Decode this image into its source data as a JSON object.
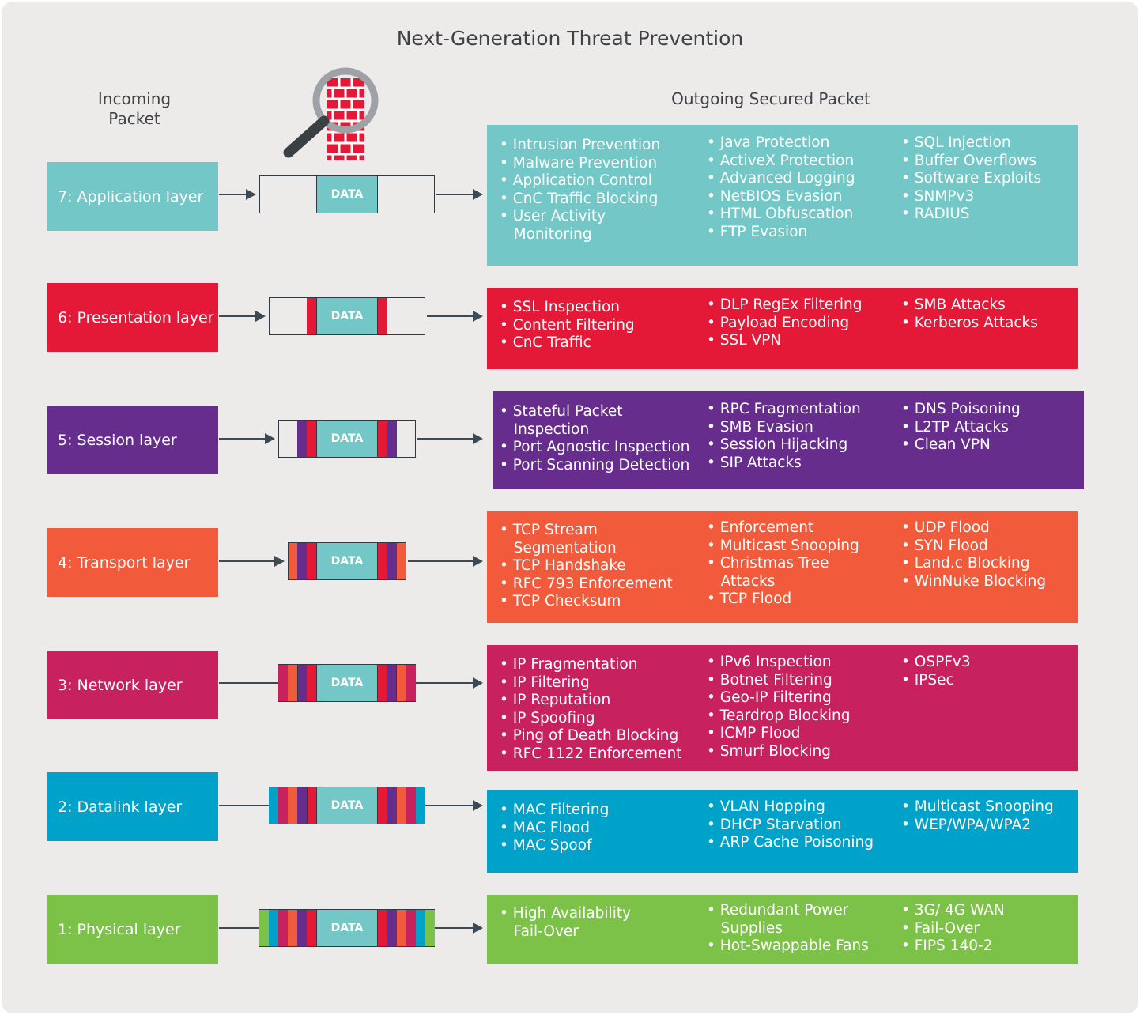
{
  "title": "Next-Generation Threat Prevention",
  "incoming_label": "Incoming\nPacket",
  "outgoing_label": "Outgoing Secured Packet",
  "packet_label": "DATA",
  "colors": {
    "background": "#ecebe9",
    "application": "#73c7c6",
    "presentation": "#e31937",
    "session": "#662d8c",
    "transport": "#f15a3a",
    "network": "#c7215e",
    "datalink": "#00a2ca",
    "physical": "#7cc148",
    "arrow": "#3d4a53"
  },
  "layers": [
    {
      "name": "7: Application layer",
      "color": "#73c7c6",
      "columns": [
        [
          "• Intrusion Prevention",
          "• Malware Prevention",
          "• Application Control",
          "• CnC Traffic Blocking",
          "• User Activity",
          "   Monitoring"
        ],
        [
          "• Java Protection",
          "• ActiveX Protection",
          "• Advanced Logging",
          "• NetBIOS Evasion",
          "• HTML Obfuscation",
          "• FTP Evasion"
        ],
        [
          "• SQL Injection",
          "• Buffer Overflows",
          "• Software Exploits",
          "• SNMPv3",
          "• RADIUS"
        ]
      ]
    },
    {
      "name": "6: Presentation layer",
      "color": "#e31937",
      "columns": [
        [
          "• SSL Inspection",
          "• Content Filtering",
          "• CnC Traffic"
        ],
        [
          "• DLP RegEx Filtering",
          "• Payload Encoding",
          "• SSL VPN"
        ],
        [
          "• SMB Attacks",
          "• Kerberos Attacks"
        ]
      ]
    },
    {
      "name": "5: Session layer",
      "color": "#662d8c",
      "columns": [
        [
          "• Stateful Packet",
          "   Inspection",
          "• Port Agnostic Inspection",
          "• Port Scanning Detection"
        ],
        [
          "• RPC Fragmentation",
          "• SMB Evasion",
          "• Session Hijacking",
          "• SIP Attacks"
        ],
        [
          "• DNS Poisoning",
          "• L2TP Attacks",
          "• Clean VPN"
        ]
      ]
    },
    {
      "name": "4: Transport layer",
      "color": "#f15a3a",
      "columns": [
        [
          "• TCP Stream",
          "   Segmentation",
          "• TCP Handshake",
          "• RFC 793 Enforcement",
          "• TCP Checksum"
        ],
        [
          "• Enforcement",
          "• Multicast Snooping",
          "• Christmas Tree",
          "   Attacks",
          "• TCP Flood"
        ],
        [
          "• UDP Flood",
          "• SYN Flood",
          "• Land.c Blocking",
          "• WinNuke Blocking"
        ]
      ]
    },
    {
      "name": "3: Network layer",
      "color": "#c7215e",
      "columns": [
        [
          "• IP Fragmentation",
          "• IP Filtering",
          "• IP Reputation",
          "• IP Spoofing",
          "• Ping of Death Blocking",
          "• RFC 1122 Enforcement"
        ],
        [
          "• IPv6 Inspection",
          "• Botnet Filtering",
          "• Geo-IP Filtering",
          "• Teardrop Blocking",
          "• ICMP Flood",
          "• Smurf Blocking"
        ],
        [
          "• OSPFv3",
          "• IPSec"
        ]
      ]
    },
    {
      "name": "2: Datalink layer",
      "color": "#00a2ca",
      "columns": [
        [
          "• MAC Filtering",
          "• MAC Flood",
          "• MAC Spoof"
        ],
        [
          "• VLAN Hopping",
          "• DHCP Starvation",
          "• ARP Cache Poisoning"
        ],
        [
          "• Multicast Snooping",
          "• WEP/WPA/WPA2"
        ]
      ]
    },
    {
      "name": "1: Physical layer",
      "color": "#7cc148",
      "columns": [
        [
          "• High Availability",
          "   Fail-Over"
        ],
        [
          "• Redundant Power",
          "   Supplies",
          "• Hot-Swappable Fans"
        ],
        [
          "• 3G/ 4G WAN",
          "• Fail-Over",
          "• FIPS 140-2"
        ]
      ]
    }
  ]
}
